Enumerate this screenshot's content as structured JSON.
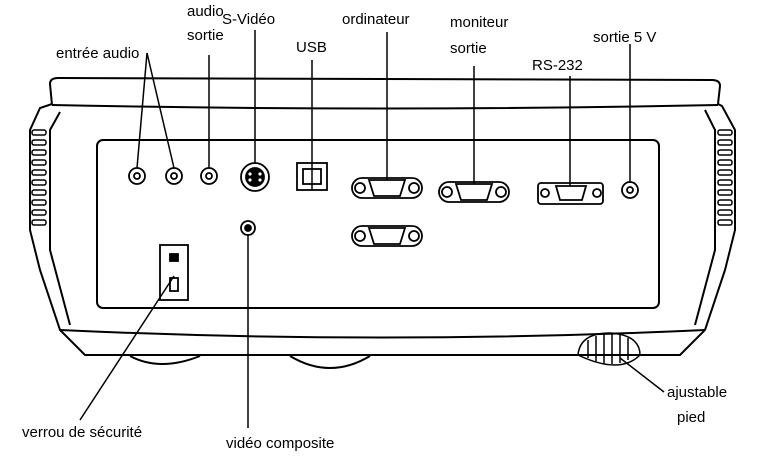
{
  "labels": {
    "audio_sortie_1": "audio",
    "audio_sortie_2": "sortie",
    "s_video": "S-Vidéo",
    "usb": "USB",
    "ordinateur": "ordinateur",
    "moniteur_sortie_1": "moniteur",
    "moniteur_sortie_2": "sortie",
    "sortie_5v": "sortie 5 V",
    "entree_audio": "entrée audio",
    "rs232": "RS-232",
    "verrou": "verrou de sécurité",
    "video_composite": "vidéo composite",
    "pied_1": "ajustable",
    "pied_2": "pied"
  }
}
